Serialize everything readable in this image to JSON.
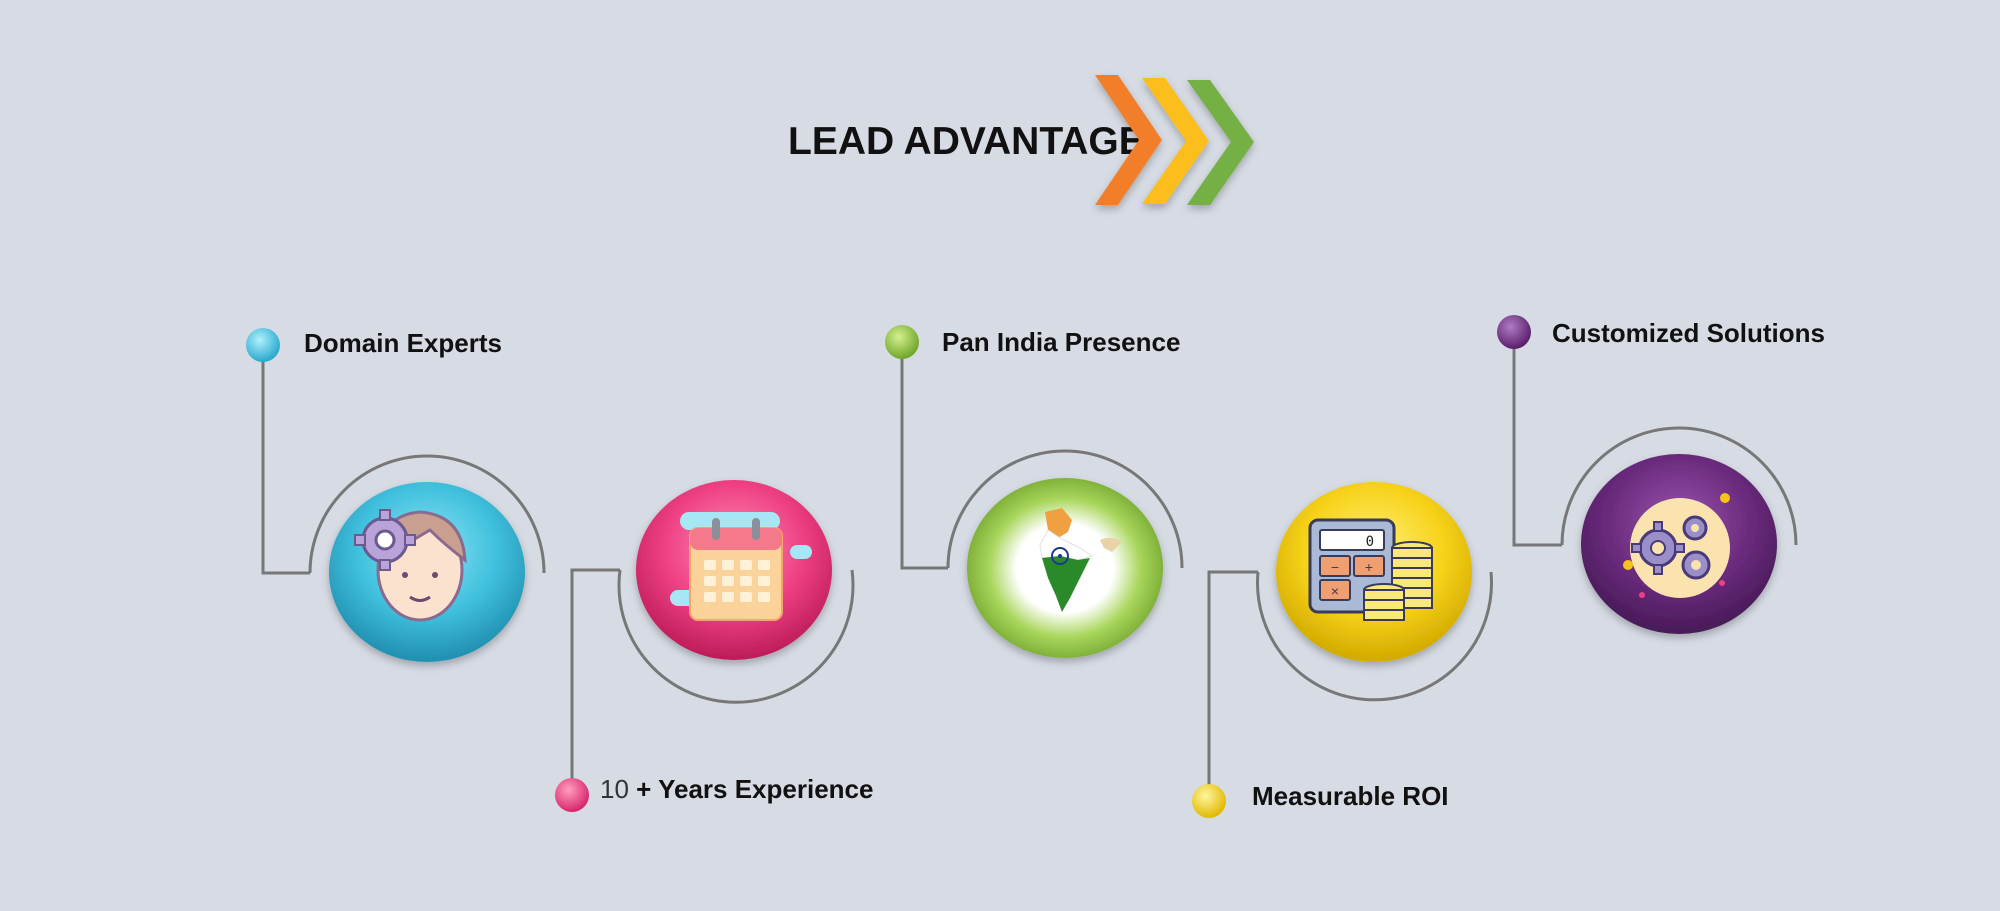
{
  "title": "LEAD ADVANTAGE",
  "colors": {
    "background": "#d6dbe4",
    "cyan": "#3fc0dd",
    "pink": "#ee3f82",
    "green": "#8cc63f",
    "yellow": "#f7d21a",
    "purple": "#6b2b7e",
    "arrow_orange": "#f27e2a",
    "arrow_yellow": "#fbbe1e",
    "arrow_green": "#74b045",
    "connector": "#777777"
  },
  "items": [
    {
      "label": "Domain Experts",
      "icon": "domain-expert-icon",
      "color": "cyan"
    },
    {
      "label_num": "10",
      "label_rest": " + Years Experience",
      "icon": "calendar-icon",
      "color": "pink"
    },
    {
      "label": "Pan India Presence",
      "icon": "india-map-icon",
      "color": "green"
    },
    {
      "label": "Measurable ROI",
      "icon": "calculator-coins-icon",
      "color": "yellow"
    },
    {
      "label": "Customized Solutions",
      "icon": "gears-icon",
      "color": "purple"
    }
  ]
}
